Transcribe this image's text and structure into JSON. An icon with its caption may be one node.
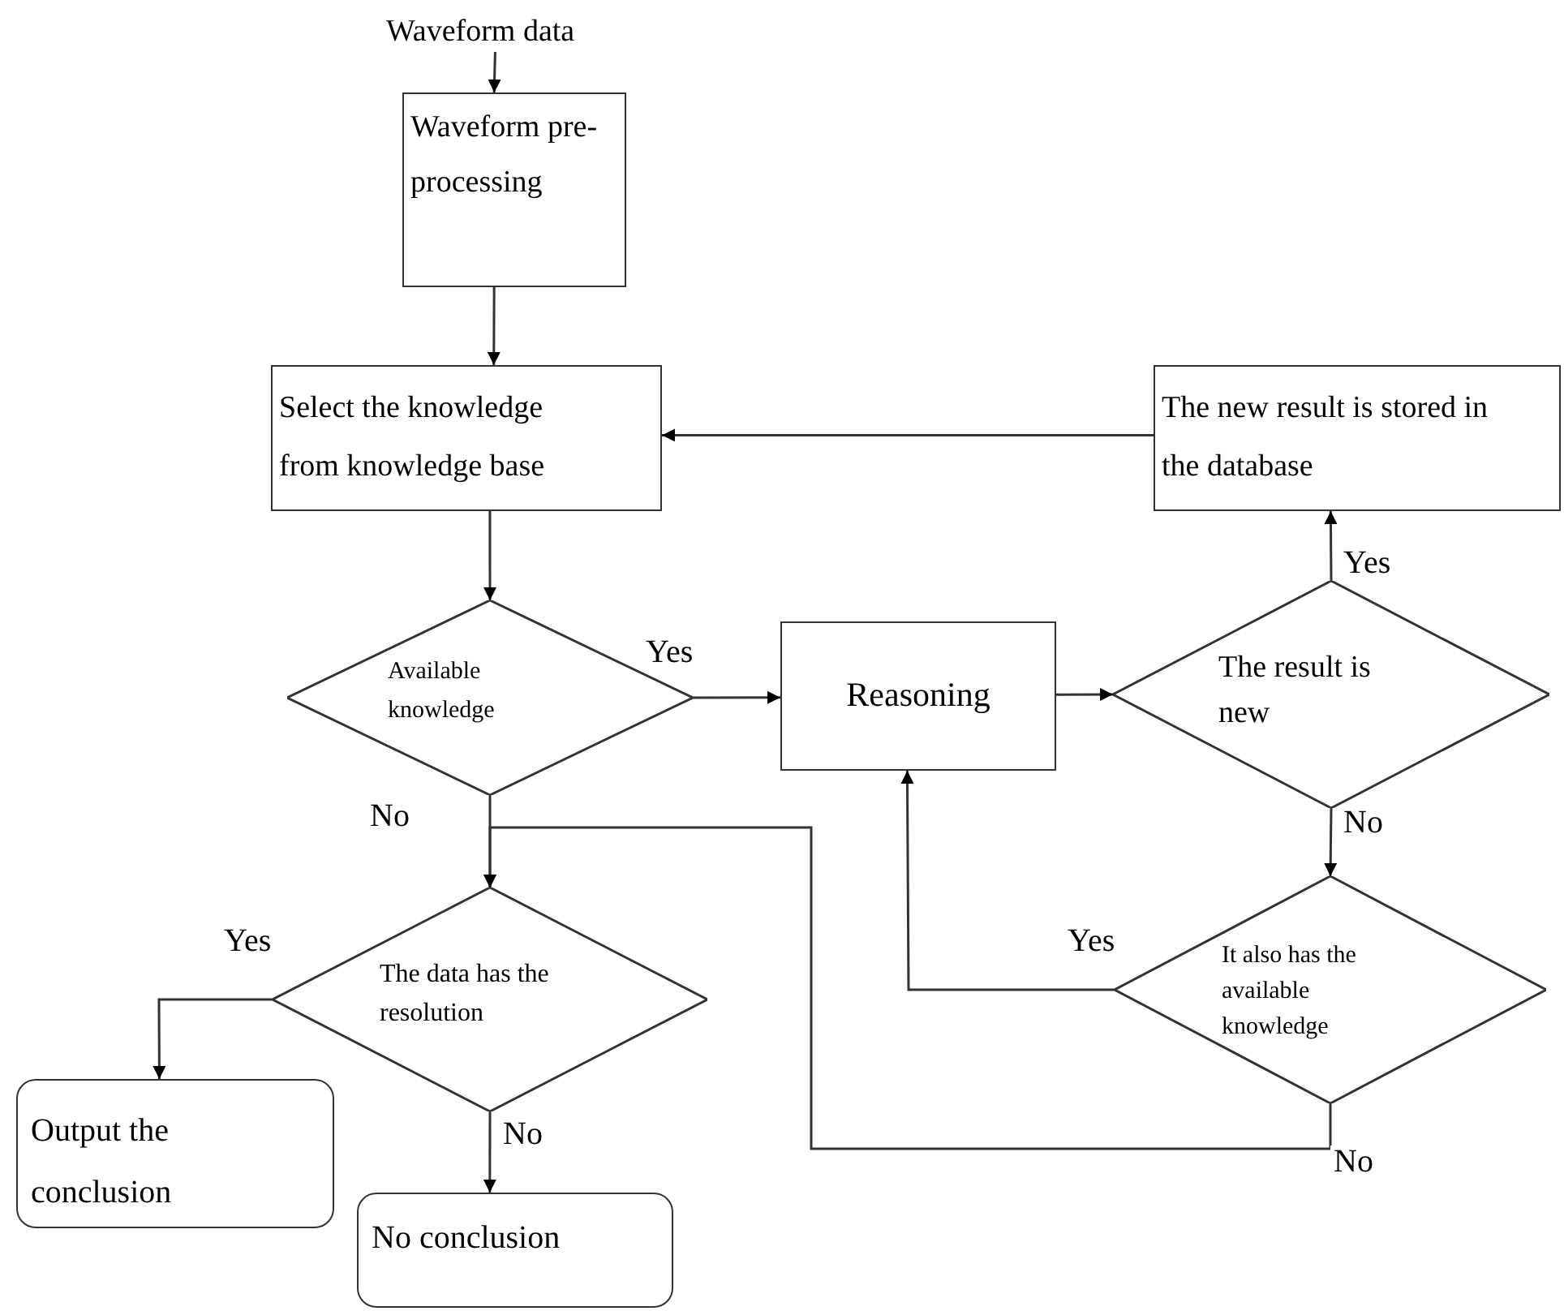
{
  "diagram": {
    "nodes": [
      {
        "text": [
          "Waveform data"
        ]
      },
      {
        "text": [
          "Waveform pre-processing"
        ]
      },
      {
        "text": [
          "Select the knowledge from knowledge base"
        ]
      },
      {
        "text": [
          "The new result is stored in the database"
        ]
      },
      {
        "text": [
          "Available knowledge"
        ]
      },
      {
        "text": [
          "Reasoning"
        ]
      },
      {
        "text": [
          "The result is new"
        ]
      },
      {
        "text": [
          "The data has the resolution"
        ]
      },
      {
        "text": [
          "It also has the available knowledge"
        ]
      },
      {
        "text": [
          "Output the conclusion"
        ]
      },
      {
        "text": [
          "No conclusion"
        ]
      }
    ],
    "edges": [
      {
        "from": 0,
        "to": 1,
        "arrow": "to"
      },
      {
        "from": 1,
        "to": 2,
        "arrow": "to"
      },
      {
        "from": 2,
        "to": 4,
        "arrow": "to"
      },
      {
        "from": 4,
        "to": 5,
        "arrow": "to",
        "label": "Yes"
      },
      {
        "from": 5,
        "to": 6,
        "arrow": "to"
      },
      {
        "from": 6,
        "to": 3,
        "arrow": "to",
        "label": "Yes"
      },
      {
        "from": 3,
        "to": 2,
        "arrow": "to"
      },
      {
        "from": 4,
        "to": 7,
        "arrow": "to",
        "label": "No"
      },
      {
        "from": 6,
        "to": 8,
        "arrow": "to",
        "label": "No"
      },
      {
        "from": 8,
        "to": 5,
        "arrow": "to",
        "label": "Yes"
      },
      {
        "from": 8,
        "to": 7,
        "arrow": "to",
        "label": "No"
      },
      {
        "from": 7,
        "to": 9,
        "arrow": "to",
        "label": "Yes"
      },
      {
        "from": 7,
        "to": 10,
        "arrow": "to",
        "label": "No"
      }
    ]
  }
}
